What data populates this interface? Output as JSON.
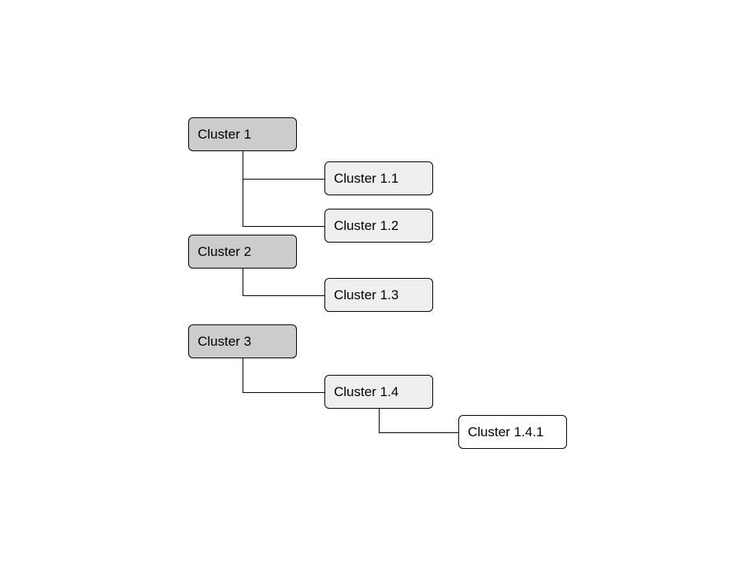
{
  "nodes": [
    {
      "id": "c1",
      "label": "Cluster 1",
      "level": 0
    },
    {
      "id": "c11",
      "label": "Cluster 1.1",
      "level": 1
    },
    {
      "id": "c12",
      "label": "Cluster 1.2",
      "level": 1
    },
    {
      "id": "c2",
      "label": "Cluster 2",
      "level": 0
    },
    {
      "id": "c13",
      "label": "Cluster 1.3",
      "level": 1
    },
    {
      "id": "c3",
      "label": "Cluster 3",
      "level": 0
    },
    {
      "id": "c14",
      "label": "Cluster 1.4",
      "level": 1
    },
    {
      "id": "c141",
      "label": "Cluster 1.4.1",
      "level": 2
    }
  ],
  "edges": [
    {
      "from": "c1",
      "to": "c11"
    },
    {
      "from": "c1",
      "to": "c12"
    },
    {
      "from": "c2",
      "to": "c13"
    },
    {
      "from": "c3",
      "to": "c14"
    },
    {
      "from": "c14",
      "to": "c141"
    }
  ],
  "colors": {
    "level_0_fill": "#cccccc",
    "level_1_fill": "#efefef",
    "level_2_fill": "#ffffff",
    "border": "#000000",
    "connector": "#000000"
  }
}
